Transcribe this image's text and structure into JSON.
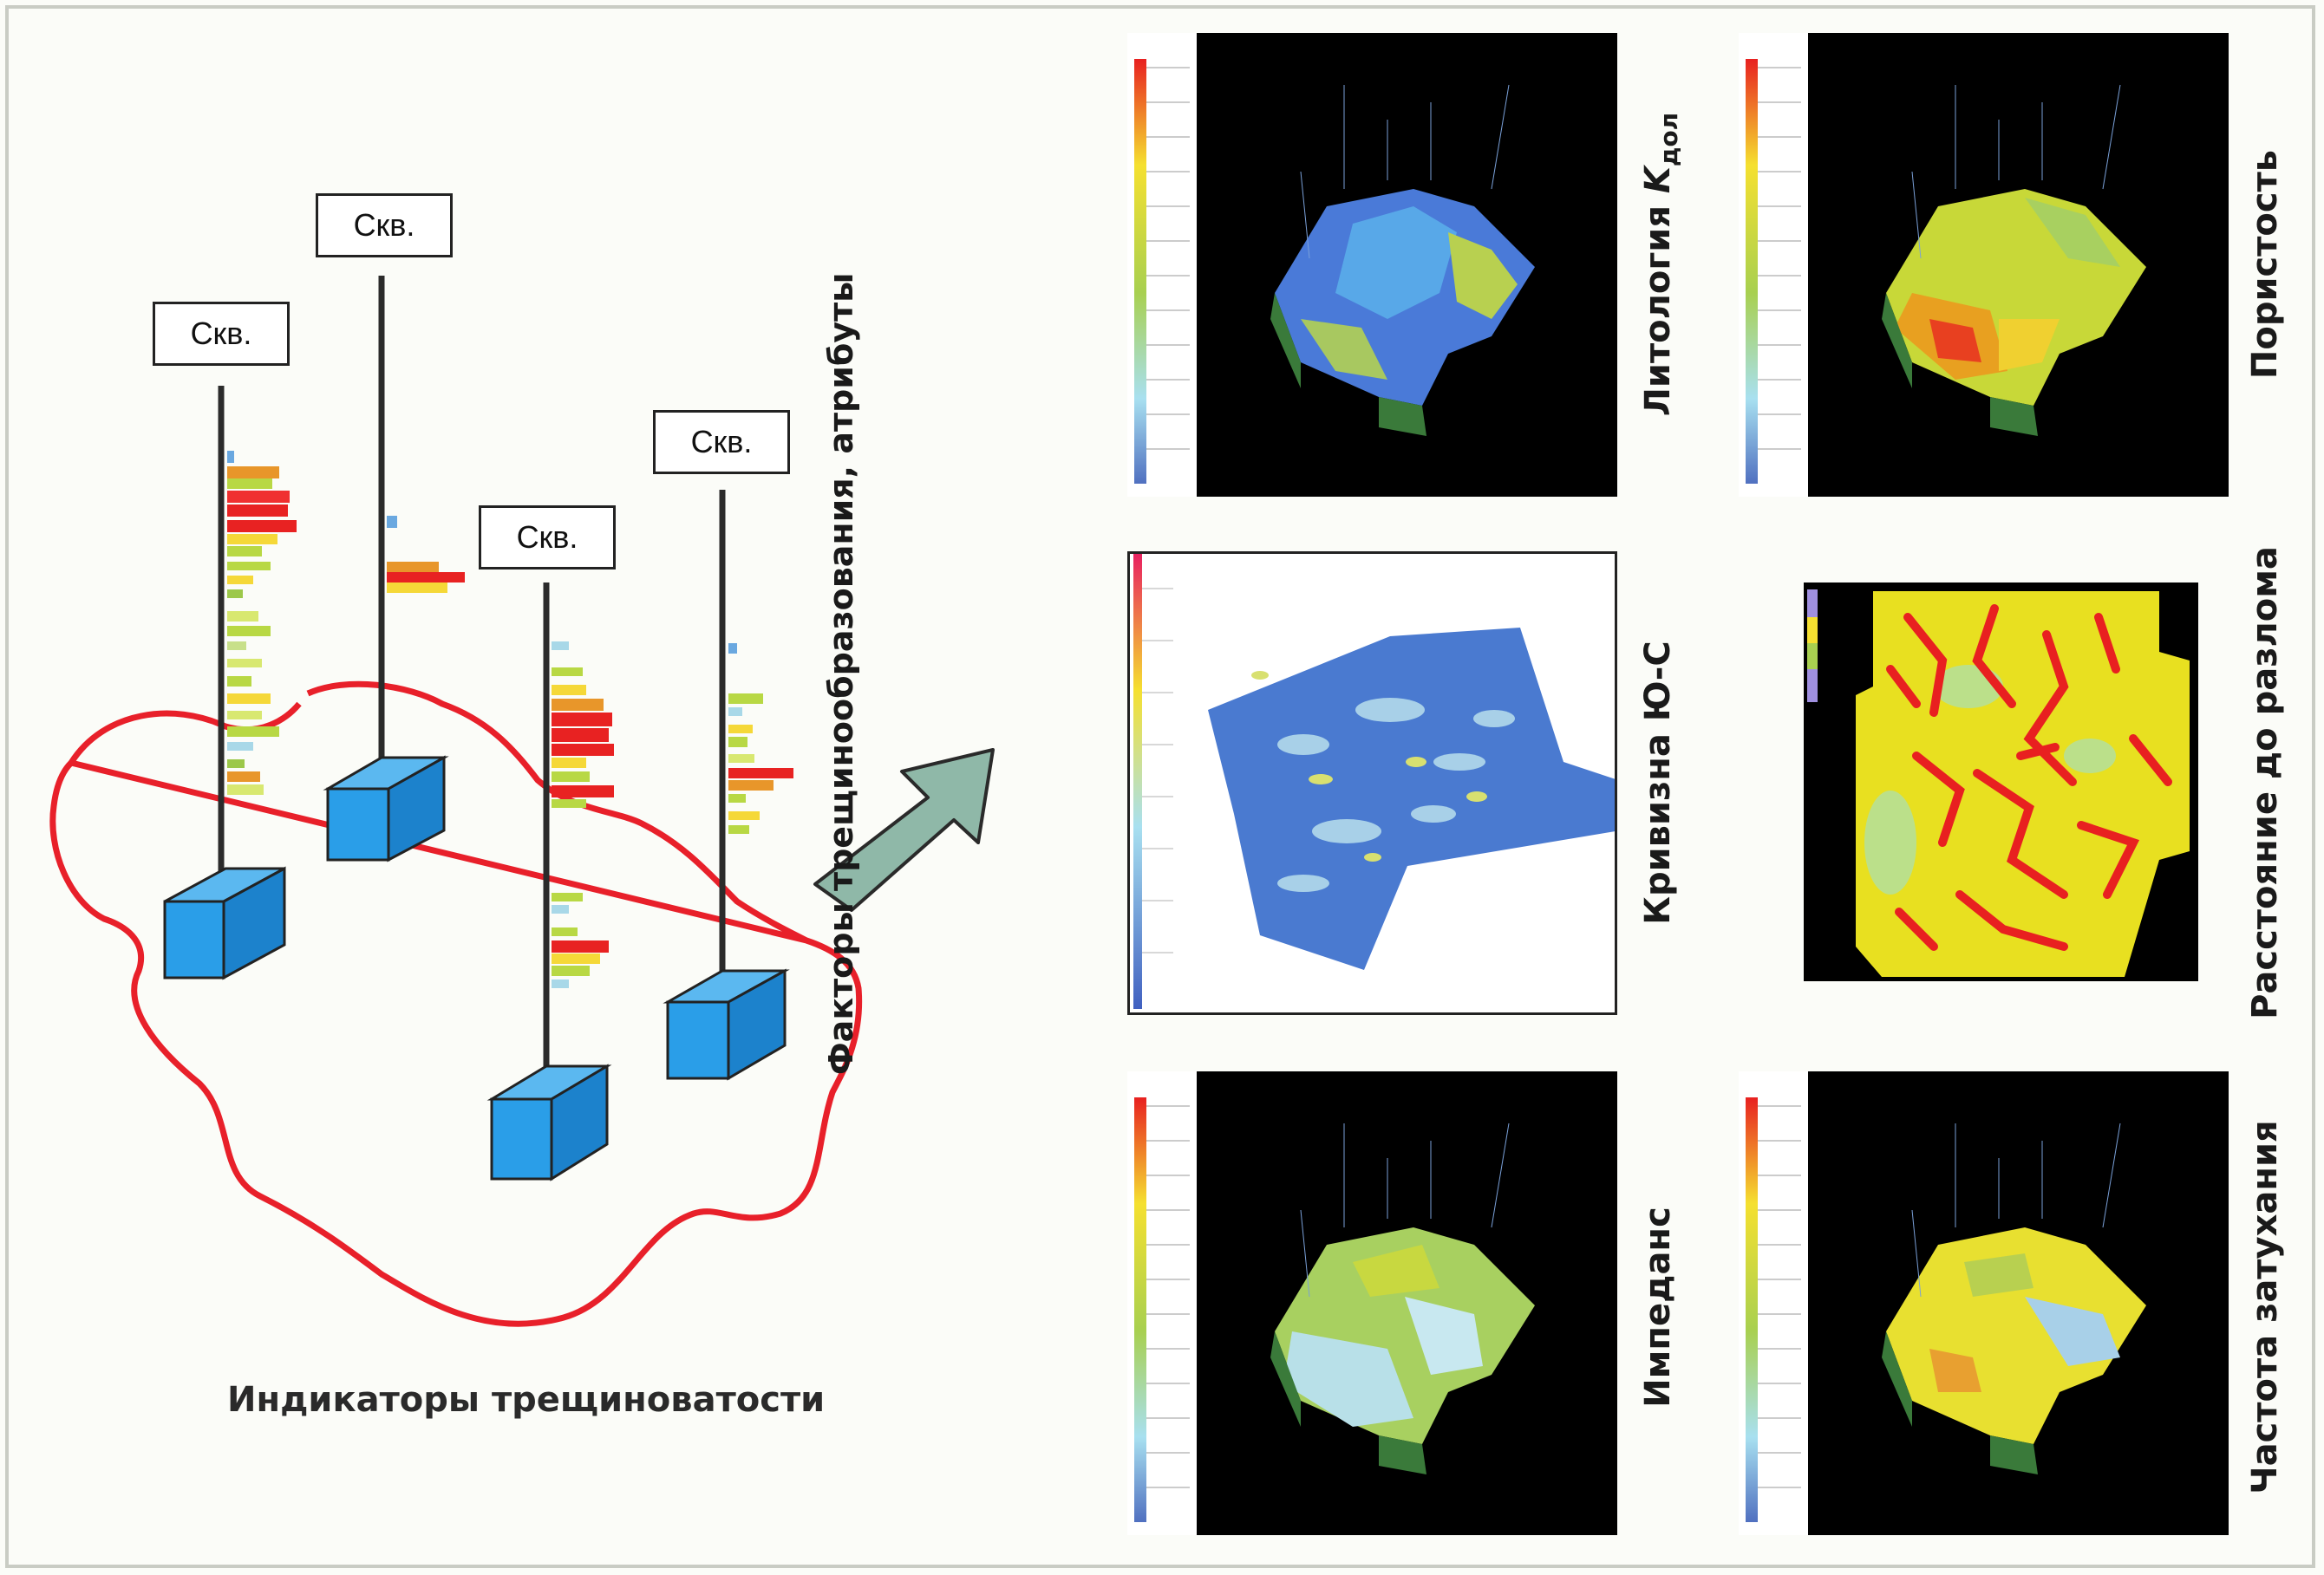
{
  "wells": [
    {
      "label": "Скв."
    },
    {
      "label": "Скв."
    },
    {
      "label": "Скв."
    },
    {
      "label": "Скв."
    }
  ],
  "captions": {
    "indicators": "Индикаторы трещиноватости",
    "factors": "Факторы трещинообразования, атрибуты"
  },
  "panels": [
    {
      "name": "lithology",
      "label": "Литология ",
      "label_sub": "K",
      "label_sub2": "дол"
    },
    {
      "name": "porosity",
      "label": "Пористость"
    },
    {
      "name": "curvature",
      "label": "Кривизна Ю-С"
    },
    {
      "name": "fault-distance",
      "label": "Расстояние до разлома"
    },
    {
      "name": "impedance",
      "label": "Импеданс"
    },
    {
      "name": "attenuation",
      "label": "Частота затухания"
    }
  ],
  "colors": {
    "contour": "#e8202a",
    "cube": "#2a9ee8",
    "arrow": "#8fb8a8"
  }
}
